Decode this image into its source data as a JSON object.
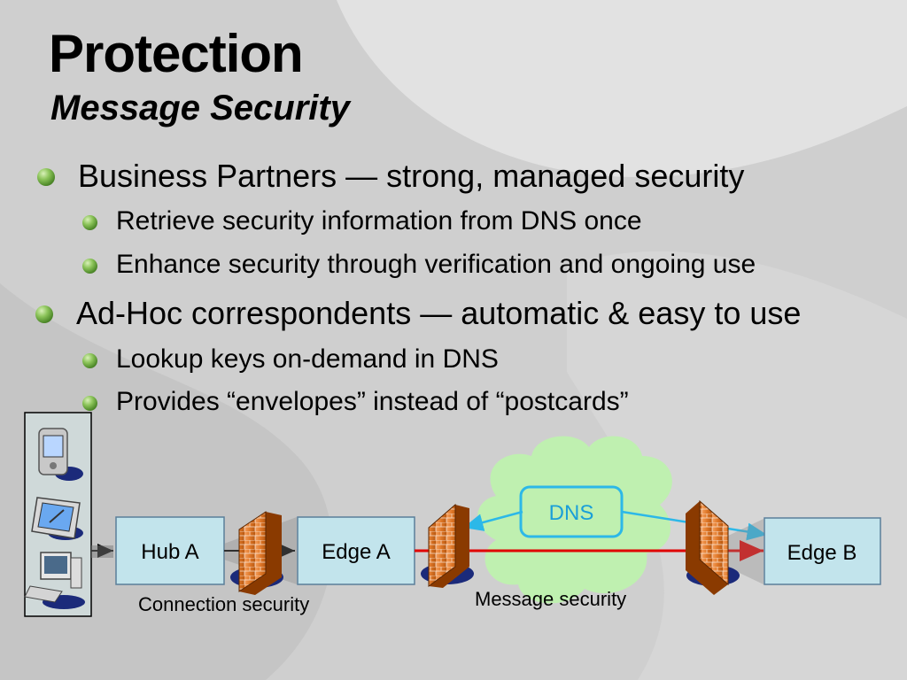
{
  "slide": {
    "title": "Protection",
    "subtitle": "Message Security"
  },
  "bullets": [
    {
      "text": "Business Partners — strong, managed security",
      "sub": [
        "Retrieve security information from DNS once",
        "Enhance security through verification and ongoing use"
      ]
    },
    {
      "text": "Ad-Hoc correspondents — automatic & easy to use",
      "sub": [
        "Lookup keys on-demand in DNS",
        "Provides “envelopes” instead of “postcards”"
      ]
    }
  ],
  "diagram": {
    "nodes": {
      "hub_a": "Hub A",
      "edge_a": "Edge A",
      "edge_b": "Edge B",
      "dns": "DNS"
    },
    "labels": {
      "connection_security": "Connection security",
      "message_security": "Message security"
    },
    "devices": [
      "pda-icon",
      "tablet-icon",
      "desktop-computer-icon"
    ],
    "colors": {
      "box_fill": "#c2e4ec",
      "box_stroke": "#5b7f9a",
      "dns_stroke": "#2cb8e8",
      "dns_text": "#1a9fd8",
      "message_line": "#e00000",
      "cloud": "#bff0b0",
      "firewall": "#e07828",
      "bullet_green": "#6aa33a"
    }
  }
}
